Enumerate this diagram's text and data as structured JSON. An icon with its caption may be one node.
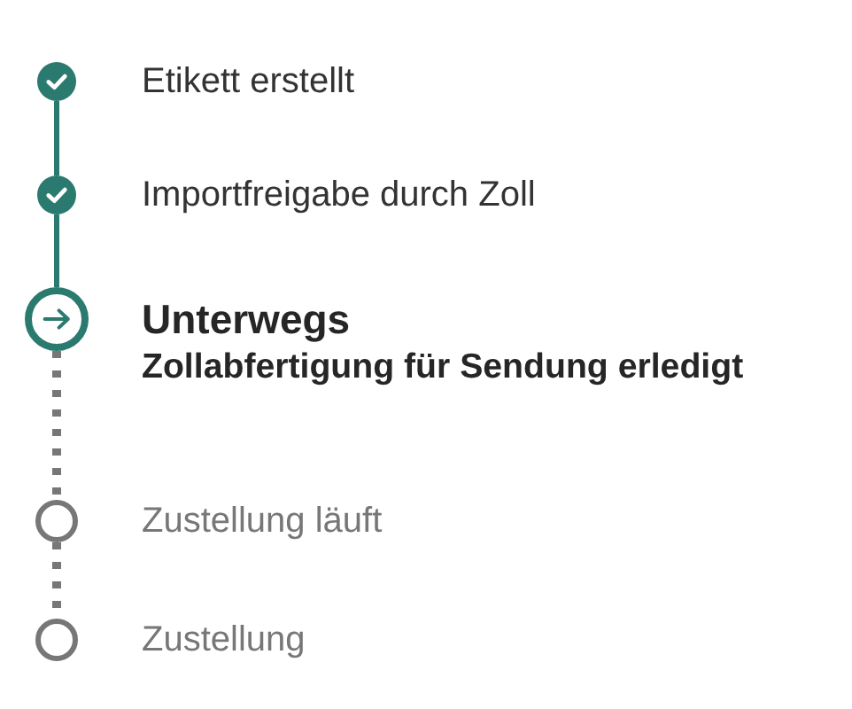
{
  "diagram": {
    "nodes": [
      {
        "text": [],
        "shape": "circle",
        "beside": [
          "Etikett erstellt"
        ]
      },
      {
        "text": [],
        "shape": "circle",
        "beside": [
          "Importfreigabe durch Zoll"
        ]
      },
      {
        "text": [],
        "shape": "circle",
        "beside": [
          "Unterwegs",
          "Zollabfertigung für Sendung erledigt"
        ]
      },
      {
        "text": [],
        "shape": "circle",
        "beside": [
          "Zustellung läuft"
        ]
      },
      {
        "text": [],
        "shape": "circle",
        "beside": [
          "Zustellung"
        ]
      }
    ],
    "edges": [
      {
        "from": 0,
        "to": 1,
        "arrow": "none"
      },
      {
        "from": 1,
        "to": 2,
        "arrow": "none"
      },
      {
        "from": 2,
        "to": 3,
        "arrow": "none",
        "style": "dashed",
        "color": "#777777"
      },
      {
        "from": 3,
        "to": 4,
        "arrow": "none",
        "style": "dashed",
        "color": "#777777"
      }
    ]
  }
}
